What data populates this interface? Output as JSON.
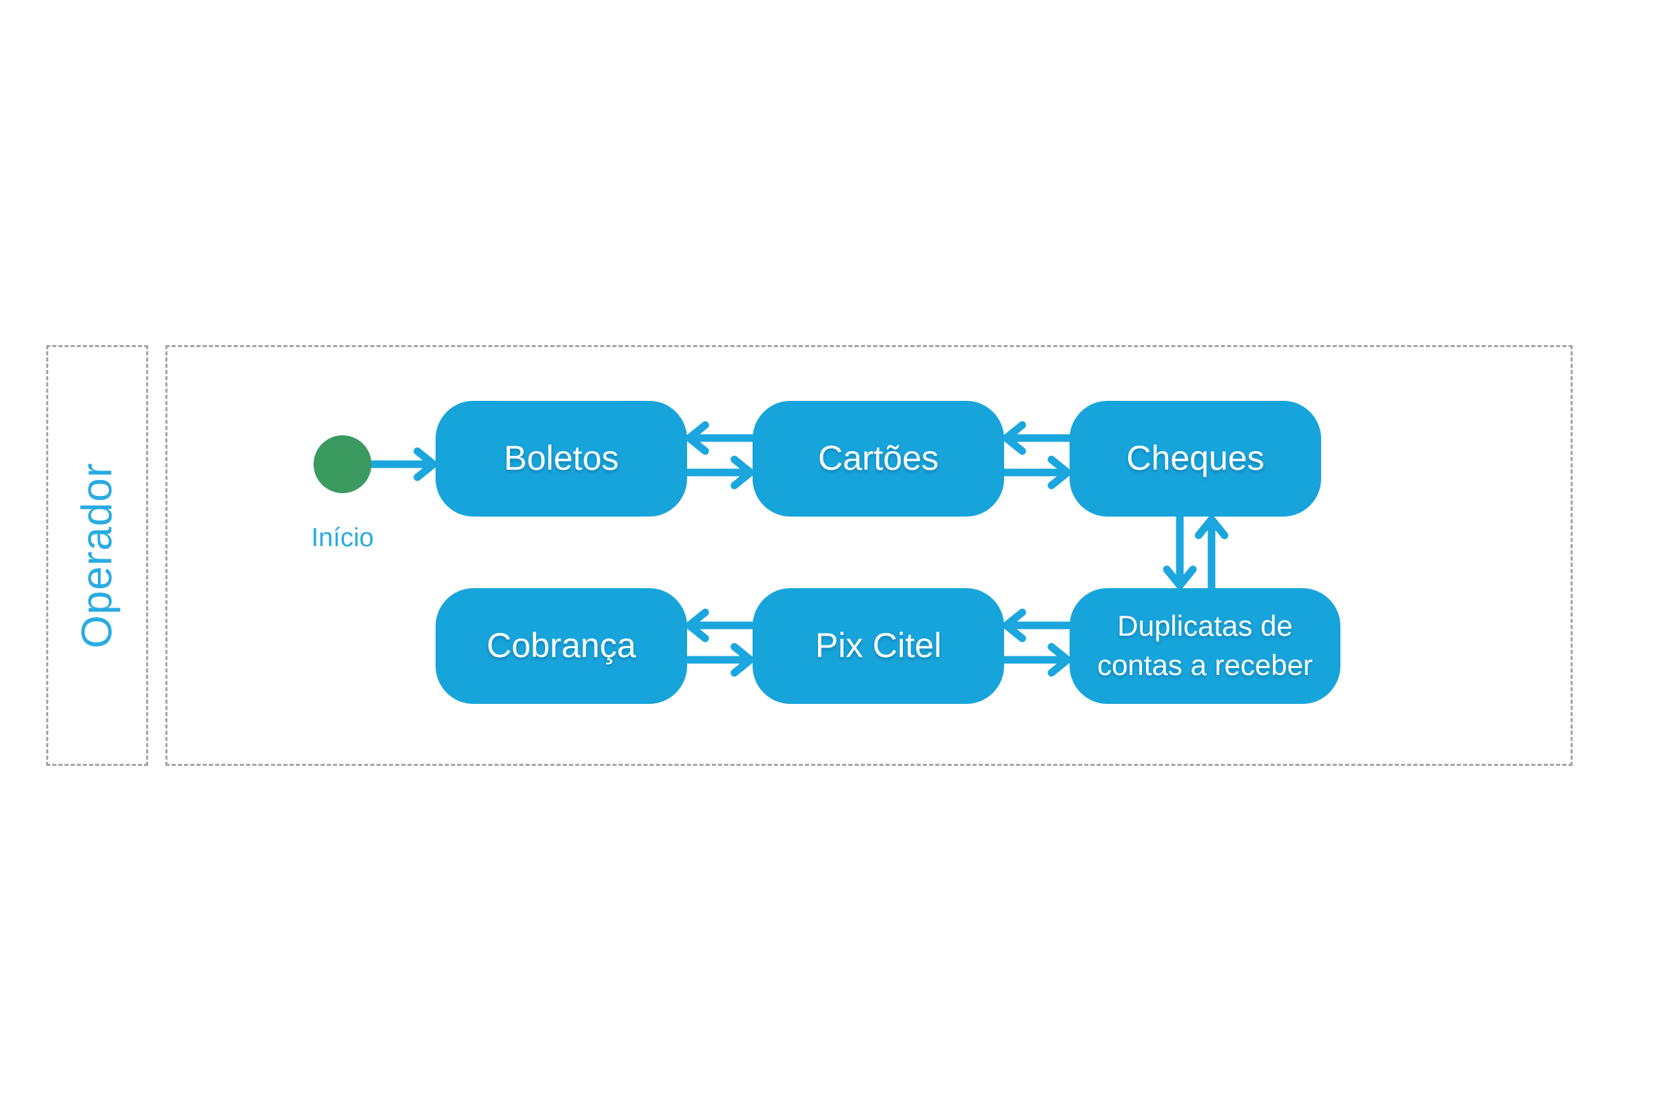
{
  "diagram": {
    "type": "activity-swimlane-flowchart",
    "swimlane": {
      "label": "Operador"
    },
    "start": {
      "label": "Início"
    },
    "nodes": {
      "boletos": {
        "label": "Boletos"
      },
      "cartoes": {
        "label": "Cartões"
      },
      "cheques": {
        "label": "Cheques"
      },
      "cobranca": {
        "label": "Cobrança"
      },
      "pix_citel": {
        "label": "Pix Citel"
      },
      "duplicatas": {
        "label": "Duplicatas de contas a receber"
      }
    },
    "edges": [
      {
        "from": "inicio",
        "to": "boletos"
      },
      {
        "from": "cartoes",
        "to": "boletos"
      },
      {
        "from": "boletos",
        "to": "cartoes"
      },
      {
        "from": "cheques",
        "to": "cartoes"
      },
      {
        "from": "cartoes",
        "to": "cheques"
      },
      {
        "from": "cheques",
        "to": "duplicatas"
      },
      {
        "from": "duplicatas",
        "to": "cheques"
      },
      {
        "from": "pix_citel",
        "to": "cobranca"
      },
      {
        "from": "cobranca",
        "to": "pix_citel"
      },
      {
        "from": "duplicatas",
        "to": "pix_citel"
      },
      {
        "from": "pix_citel",
        "to": "duplicatas"
      }
    ]
  },
  "colors": {
    "node_fill": "#17a4db",
    "node_text": "#ffffff",
    "arrow": "#1ba6de",
    "lane_label_text": "#29abe2",
    "start_fill": "#3a9a5f",
    "start_label_text": "#29abe2",
    "dashed_border": "#a6a6a6",
    "background": "#ffffff"
  }
}
